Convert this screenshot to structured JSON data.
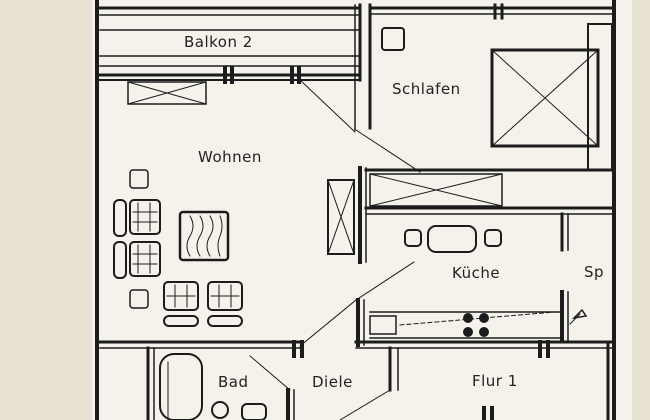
{
  "plan": {
    "rooms": {
      "balcony": "Balkon 2",
      "bedroom": "Schlafen",
      "living": "Wohnen",
      "kitchen": "Küche",
      "storage": "Sp",
      "bath": "Bad",
      "hall": "Diele",
      "corridor": "Flur 1"
    },
    "colors": {
      "wall": "#e9e4d6",
      "paper": "#f4f2ea",
      "ink": "#1c1c1c"
    }
  }
}
